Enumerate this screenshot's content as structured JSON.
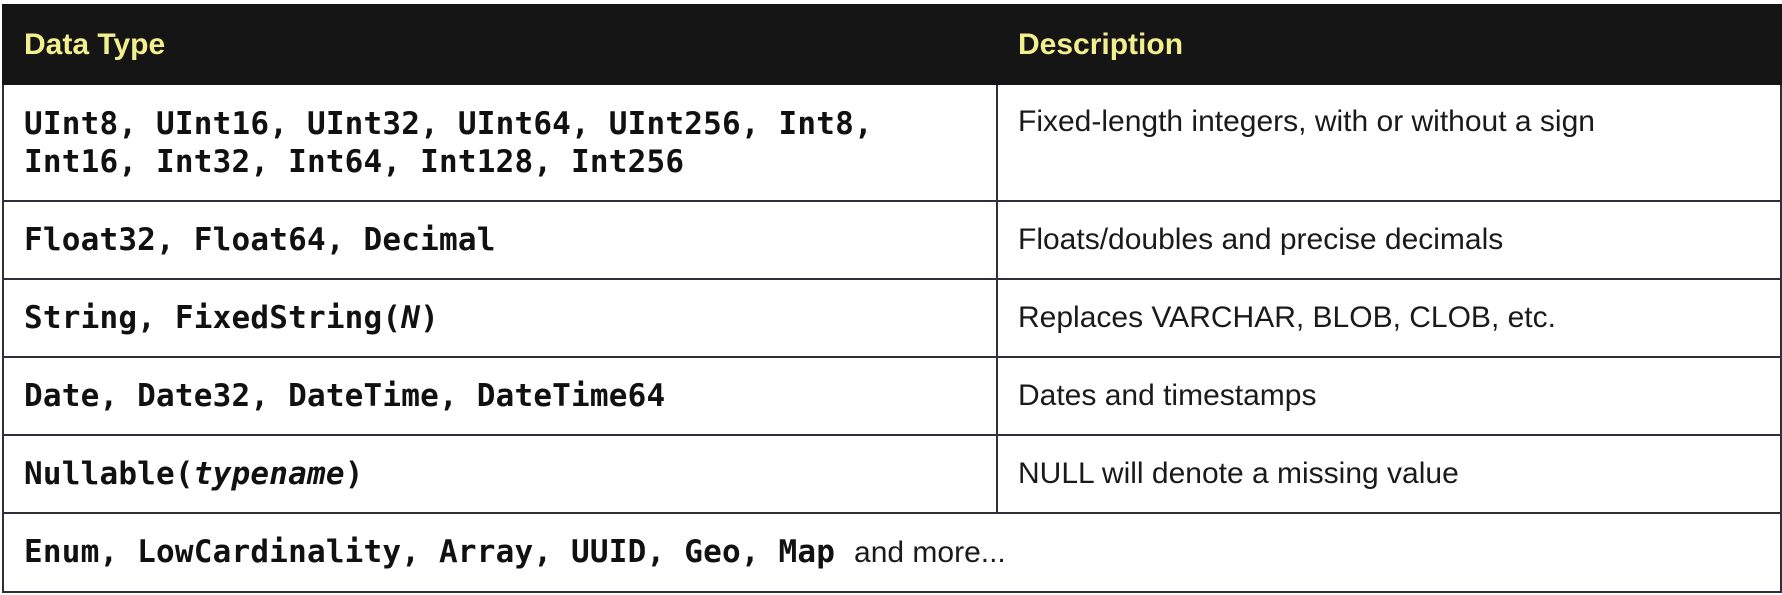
{
  "table": {
    "headers": [
      "Data Type",
      "Description"
    ],
    "rows": [
      {
        "type_line1": "UInt8, UInt16, UInt32, UInt64, UInt256, Int8,",
        "type_line2": "Int16, Int32, Int64, Int128, Int256",
        "description": "Fixed-length integers, with or without a sign"
      },
      {
        "type": "Float32, Float64, Decimal",
        "description": "Floats/doubles and precise decimals"
      },
      {
        "type_prefix": "String, FixedString(",
        "type_italic": "N",
        "type_suffix": ")",
        "description": "Replaces VARCHAR, BLOB, CLOB, etc."
      },
      {
        "type": "Date, Date32, DateTime, DateTime64",
        "description": "Dates and timestamps"
      },
      {
        "type_prefix": "Nullable(",
        "type_italic": "typename",
        "type_suffix": ")",
        "description": "NULL will denote a missing value"
      }
    ],
    "footer": {
      "types": "Enum, LowCardinality, Array, UUID, Geo, Map",
      "suffix": "and more..."
    }
  }
}
